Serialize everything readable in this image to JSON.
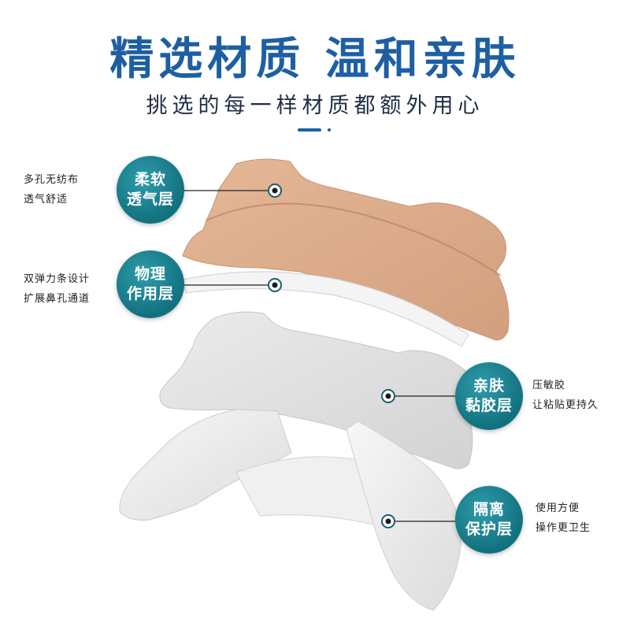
{
  "header": {
    "title": "精选材质 温和亲肤",
    "subtitle": "挑选的每一样材质都额外用心"
  },
  "layers": [
    {
      "badge": "柔软\n透气层",
      "note": "多孔无纺布\n透气舒适"
    },
    {
      "badge": "物理\n作用层",
      "note": "双弹力条设计\n扩展鼻孔通道"
    },
    {
      "badge": "亲肤\n黏胶层",
      "note": "压敏胶\n让粘贴更持久"
    },
    {
      "badge": "隔离\n保护层",
      "note": "使用方便\n操作更卫生"
    }
  ],
  "colors": {
    "title": "#1e5fa3",
    "badge": "#12717f",
    "top_layer": "#dcae8c"
  }
}
